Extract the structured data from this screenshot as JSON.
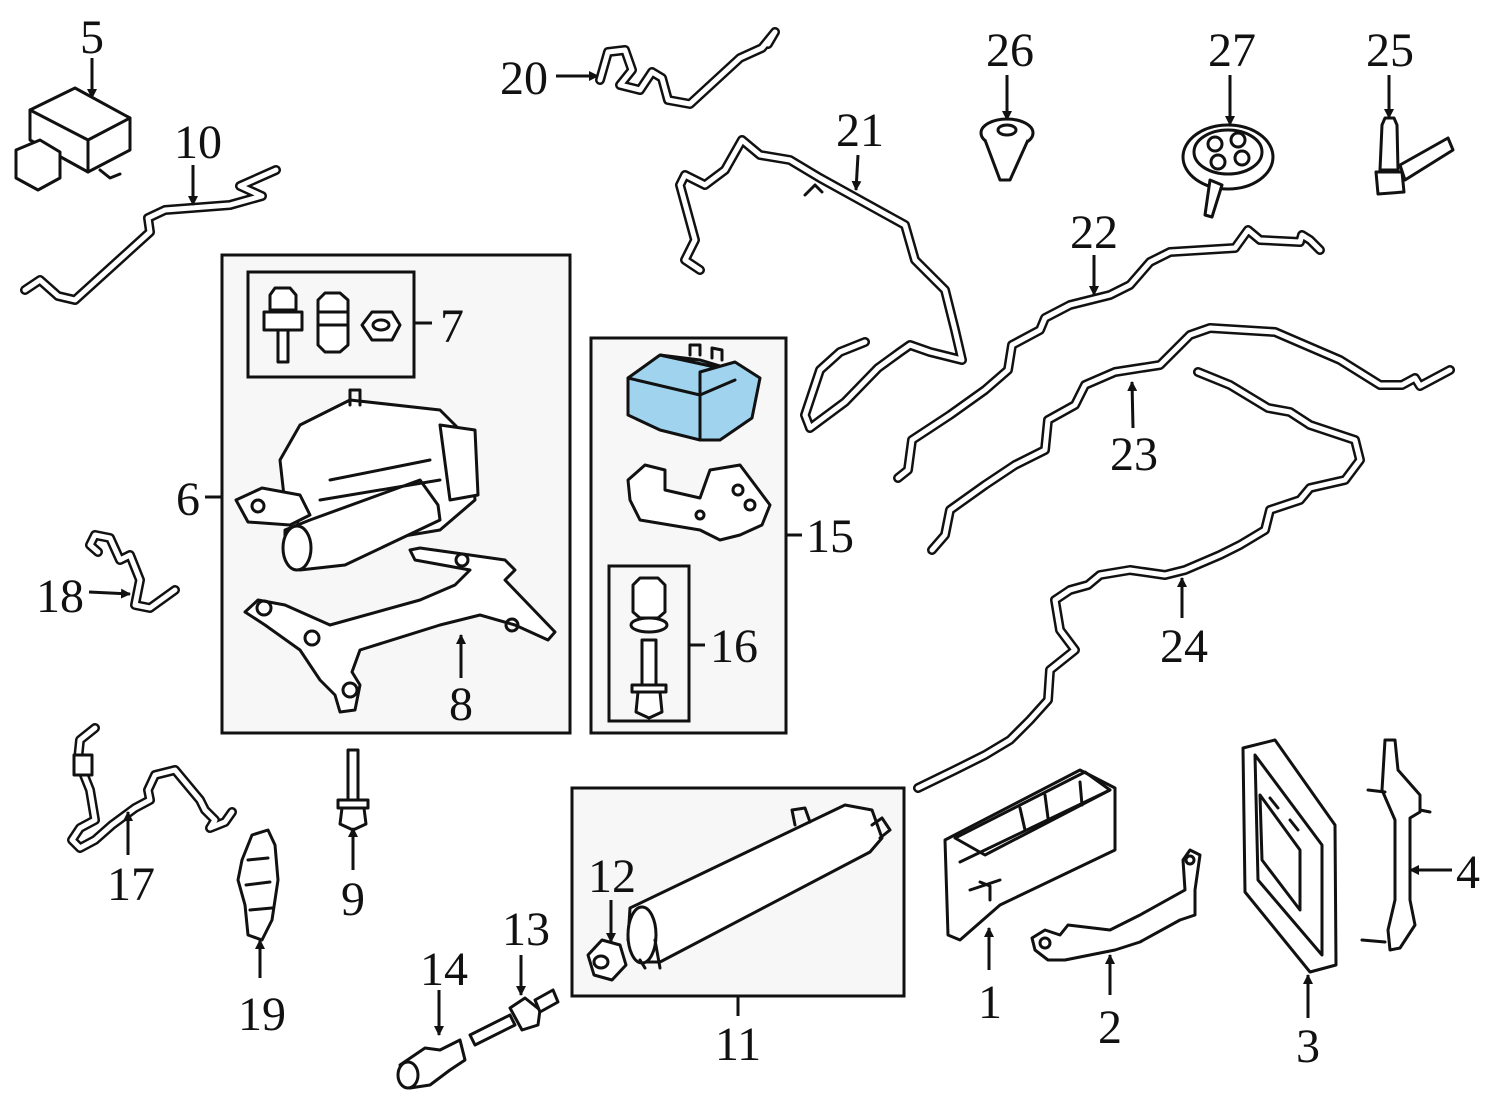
{
  "diagram": {
    "callouts": [
      "1",
      "2",
      "3",
      "4",
      "5",
      "6",
      "7",
      "8",
      "9",
      "10",
      "11",
      "12",
      "13",
      "14",
      "15",
      "16",
      "17",
      "18",
      "19",
      "20",
      "21",
      "22",
      "23",
      "24",
      "25",
      "26",
      "27"
    ],
    "highlight_color": "#9fd3ee",
    "line_color": "#111111"
  }
}
